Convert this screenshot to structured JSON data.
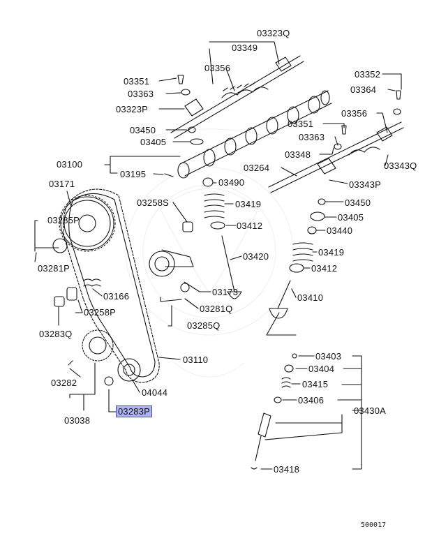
{
  "diagram": {
    "highlighted_part": "03283P",
    "document_number": "500017",
    "labels": [
      {
        "id": "03323Q",
        "text": "03323Q"
      },
      {
        "id": "03349",
        "text": "03349"
      },
      {
        "id": "03351a",
        "text": "03351"
      },
      {
        "id": "03356a",
        "text": "03356"
      },
      {
        "id": "03363a",
        "text": "03363"
      },
      {
        "id": "03323P",
        "text": "03323P"
      },
      {
        "id": "03352",
        "text": "03352"
      },
      {
        "id": "03364",
        "text": "03364"
      },
      {
        "id": "03356b",
        "text": "03356"
      },
      {
        "id": "03351b",
        "text": "03351"
      },
      {
        "id": "03363b",
        "text": "03363"
      },
      {
        "id": "03450a",
        "text": "03450"
      },
      {
        "id": "03405a",
        "text": "03405"
      },
      {
        "id": "03348",
        "text": "03348"
      },
      {
        "id": "03343Q",
        "text": "03343Q"
      },
      {
        "id": "03100",
        "text": "03100"
      },
      {
        "id": "03264",
        "text": "03264"
      },
      {
        "id": "03195",
        "text": "03195"
      },
      {
        "id": "03490",
        "text": "03490"
      },
      {
        "id": "03343P",
        "text": "03343P"
      },
      {
        "id": "03171",
        "text": "03171"
      },
      {
        "id": "03258S",
        "text": "03258S"
      },
      {
        "id": "03419a",
        "text": "03419"
      },
      {
        "id": "03450b",
        "text": "03450"
      },
      {
        "id": "03285P",
        "text": "03285P"
      },
      {
        "id": "03405b",
        "text": "03405"
      },
      {
        "id": "03412a",
        "text": "03412"
      },
      {
        "id": "03440",
        "text": "03440"
      },
      {
        "id": "03281P",
        "text": "03281P"
      },
      {
        "id": "03420",
        "text": "03420"
      },
      {
        "id": "03419b",
        "text": "03419"
      },
      {
        "id": "03412b",
        "text": "03412"
      },
      {
        "id": "03166",
        "text": "03166"
      },
      {
        "id": "03173",
        "text": "03173"
      },
      {
        "id": "03258P",
        "text": "03258P"
      },
      {
        "id": "03410",
        "text": "03410"
      },
      {
        "id": "03281Q",
        "text": "03281Q"
      },
      {
        "id": "03283Q",
        "text": "03283Q"
      },
      {
        "id": "03285Q",
        "text": "03285Q"
      },
      {
        "id": "03403",
        "text": "03403"
      },
      {
        "id": "03110",
        "text": "03110"
      },
      {
        "id": "03404",
        "text": "03404"
      },
      {
        "id": "03282",
        "text": "03282"
      },
      {
        "id": "04044",
        "text": "04044"
      },
      {
        "id": "03415",
        "text": "03415"
      },
      {
        "id": "03406",
        "text": "03406"
      },
      {
        "id": "03038",
        "text": "03038"
      },
      {
        "id": "03283P",
        "text": "03283P"
      },
      {
        "id": "03430A",
        "text": "03430A"
      },
      {
        "id": "03418",
        "text": "03418"
      }
    ]
  }
}
